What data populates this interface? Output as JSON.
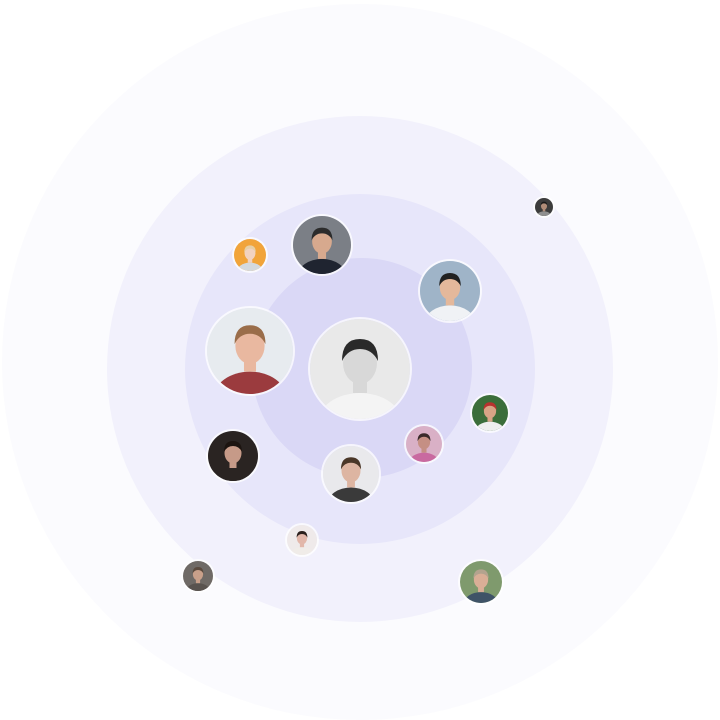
{
  "colors": {
    "ring_outer": "#fbfbfe",
    "ring_second": "#f2f1fc",
    "ring_third": "#e7e6fa",
    "ring_inner": "#dad8f6"
  },
  "avatars": [
    {
      "name": "center-avatar",
      "icon": "person-avatar-icon",
      "bg": "#e9e9e9",
      "hair": "#2a2a2a",
      "skin": "#d8d8d8",
      "shirt": "#f4f4f4"
    },
    {
      "name": "avatar-red-shirt",
      "icon": "person-avatar-icon",
      "bg": "#e7ebef",
      "hair": "#9a6d4a",
      "skin": "#e9b8a0",
      "shirt": "#9b3b3e"
    },
    {
      "name": "avatar-dark-jacket",
      "icon": "person-avatar-icon",
      "bg": "#7b7f86",
      "hair": "#2c2c2c",
      "skin": "#d7a98e",
      "shirt": "#1f2430"
    },
    {
      "name": "avatar-cap-sunglasses",
      "icon": "person-avatar-icon",
      "bg": "#9fb4c8",
      "hair": "#222222",
      "skin": "#e4b89b",
      "shirt": "#f0f2f5"
    },
    {
      "name": "avatar-blonde",
      "icon": "person-avatar-icon",
      "bg": "#f1a43a",
      "hair": "#e7cfa4",
      "skin": "#f2d2bf",
      "shirt": "#d4d9de"
    },
    {
      "name": "avatar-tiny",
      "icon": "person-avatar-icon",
      "bg": "#3c3c3c",
      "hair": "#1a1a1a",
      "skin": "#b08c78",
      "shirt": "#8f8f8f"
    },
    {
      "name": "avatar-red-cap",
      "icon": "person-avatar-icon",
      "bg": "#3b6e3a",
      "hair": "#b8322f",
      "skin": "#d7a486",
      "shirt": "#eeeeee"
    },
    {
      "name": "avatar-pink",
      "icon": "person-avatar-icon",
      "bg": "#d9b0c6",
      "hair": "#3a2a2a",
      "skin": "#c58f84",
      "shirt": "#c96aa0"
    },
    {
      "name": "avatar-short-hair",
      "icon": "person-avatar-icon",
      "bg": "#e9e9ec",
      "hair": "#4a3728",
      "skin": "#ddb5a2",
      "shirt": "#3a3a3a"
    },
    {
      "name": "avatar-woman-dark",
      "icon": "person-avatar-icon",
      "bg": "#2a2422",
      "hair": "#1c1410",
      "skin": "#c69a88",
      "shirt": "#2a2422"
    },
    {
      "name": "avatar-woman-small",
      "icon": "person-avatar-icon",
      "bg": "#efeaea",
      "hair": "#2a1f1c",
      "skin": "#e2b7aa",
      "shirt": "#f0ece8"
    },
    {
      "name": "avatar-grey",
      "icon": "person-avatar-icon",
      "bg": "#6f6a66",
      "hair": "#5b4a3e",
      "skin": "#c9a08a",
      "shirt": "#59534f"
    },
    {
      "name": "avatar-green-bg",
      "icon": "person-avatar-icon",
      "bg": "#7f9a6d",
      "hair": "#b3a38e",
      "skin": "#d9ae96",
      "shirt": "#3f5367"
    }
  ]
}
